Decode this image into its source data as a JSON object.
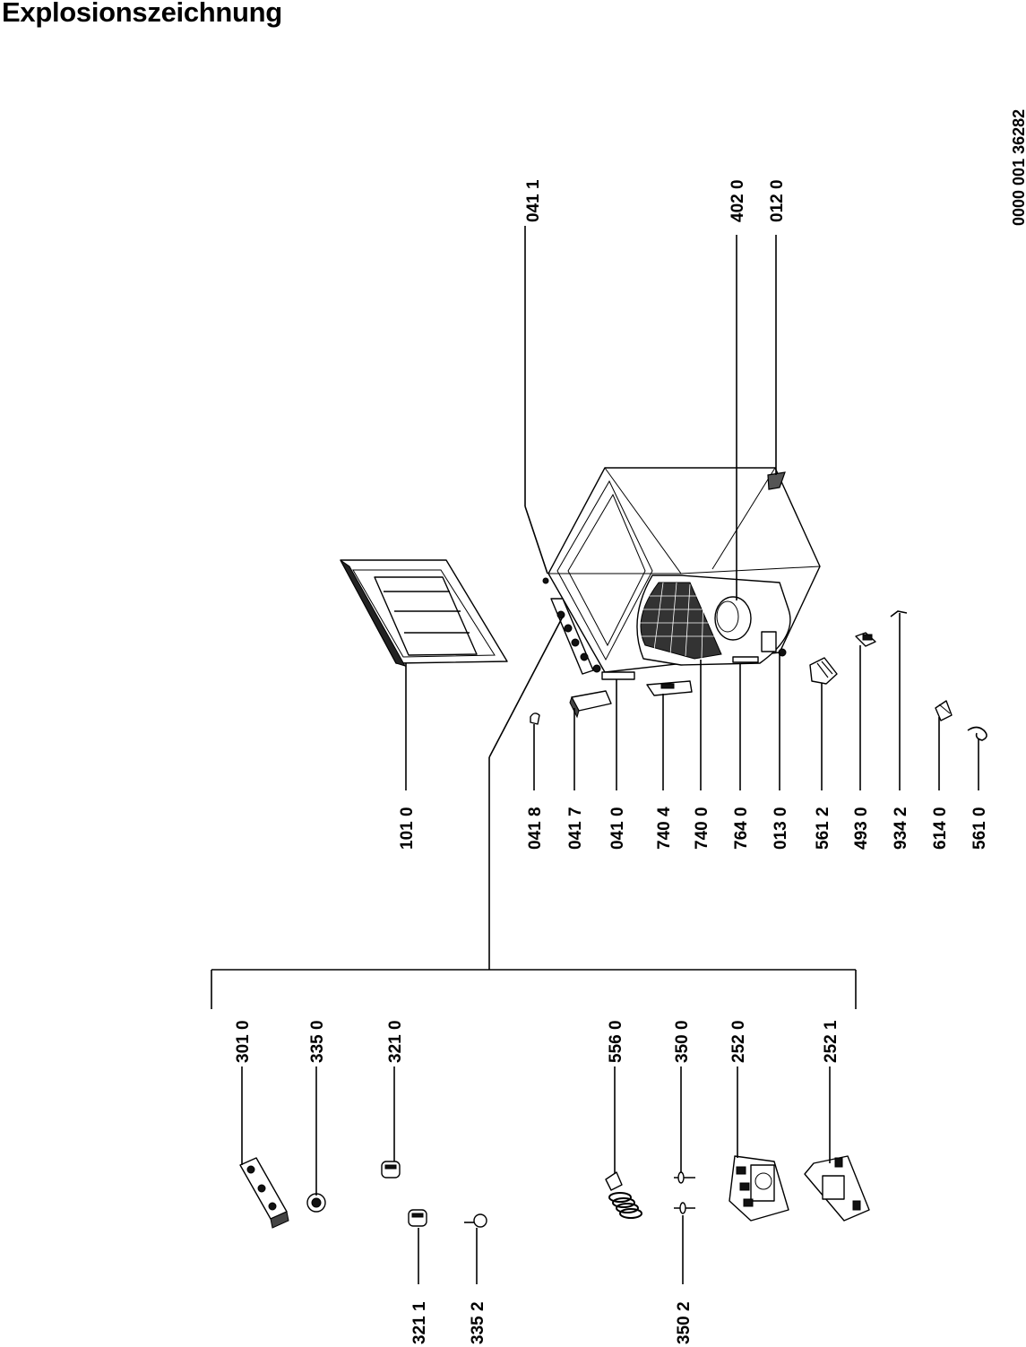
{
  "title": "Explosionszeichnung",
  "document_number": "0000 001 36282",
  "parts": {
    "p0411": "041 1",
    "p4020": "402 0",
    "p0120": "012 0",
    "p1010": "101 0",
    "p0418": "041 8",
    "p0417": "041 7",
    "p0410": "041 0",
    "p7404": "740 4",
    "p7400": "740 0",
    "p7640": "764 0",
    "p0130": "013 0",
    "p5612": "561 2",
    "p4930": "493 0",
    "p9342": "934 2",
    "p6140": "614 0",
    "p5610": "561 0",
    "p3010": "301 0",
    "p3350": "335 0",
    "p3210": "321 0",
    "p5560": "556 0",
    "p3500": "350 0",
    "p2520": "252 0",
    "p2521": "252 1",
    "p3211": "321 1",
    "p3352": "335 2",
    "p3502": "350 2"
  }
}
